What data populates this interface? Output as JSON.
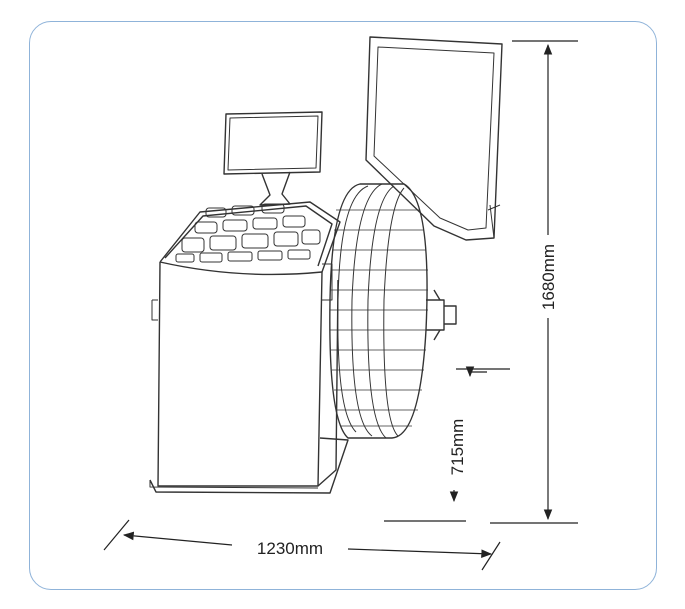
{
  "dimensions": {
    "height_total": "1680mm",
    "axle_height": "715mm",
    "width_total": "1230mm"
  },
  "colors": {
    "frame_border": "#8fb3d9",
    "line": "#222222"
  }
}
